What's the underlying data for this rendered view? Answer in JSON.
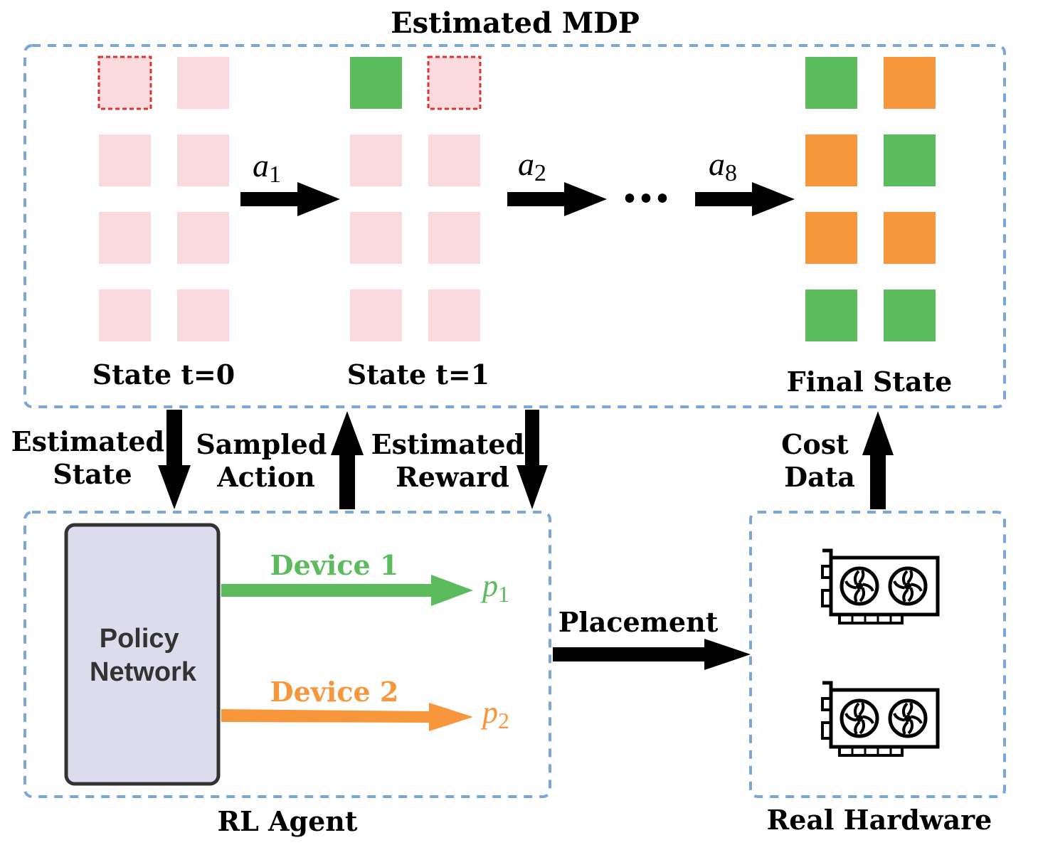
{
  "colors": {
    "frame_border": "#7aa6d8",
    "cell_empty": "#fadadd",
    "cell_pending_border": "#e03131",
    "device1": "#5cbb5c",
    "device2": "#f7963a",
    "policy_fill": "#dcdcec",
    "policy_border": "#333333",
    "arrow": "#000000"
  },
  "mdp": {
    "title": "Estimated MDP",
    "state0_label": "State t=0",
    "state1_label": "State t=1",
    "final_label": "Final State",
    "action1": {
      "symbol": "a",
      "sub": "1"
    },
    "action2": {
      "symbol": "a",
      "sub": "2"
    },
    "action8": {
      "symbol": "a",
      "sub": "8"
    },
    "ellipsis": "•••",
    "state0_cells": [
      "pending",
      "empty",
      "empty",
      "empty",
      "empty",
      "empty",
      "empty",
      "empty"
    ],
    "state1_cells": [
      "device1",
      "pending",
      "empty",
      "empty",
      "empty",
      "empty",
      "empty",
      "empty"
    ],
    "final_cells": [
      "device1",
      "device2",
      "device2",
      "device1",
      "device2",
      "device2",
      "device1",
      "device1"
    ]
  },
  "links": {
    "estimated_state": [
      "Estimated",
      "State"
    ],
    "sampled_action": [
      "Sampled",
      "Action"
    ],
    "estimated_reward": [
      "Estimated",
      "Reward"
    ],
    "cost_data": [
      "Cost",
      "Data"
    ],
    "placement": "Placement"
  },
  "agent": {
    "label": "RL Agent",
    "policy_lines": [
      "Policy",
      "Network"
    ],
    "device1_label": "Device 1",
    "device2_label": "Device 2",
    "p1": {
      "symbol": "p",
      "sub": "1"
    },
    "p2": {
      "symbol": "p",
      "sub": "2"
    }
  },
  "hardware": {
    "label": "Real Hardware",
    "icons": [
      "gpu-card-icon",
      "gpu-card-icon"
    ]
  }
}
